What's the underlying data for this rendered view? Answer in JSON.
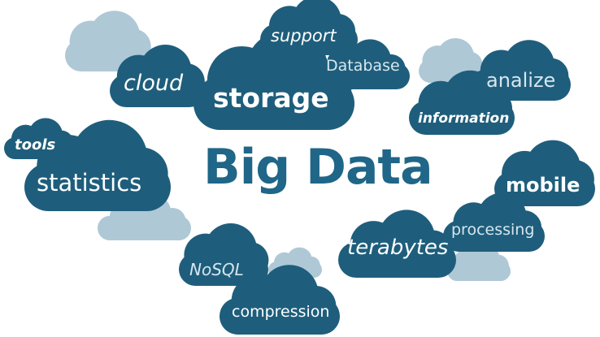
{
  "colors": {
    "dark": "#1e5e7c",
    "light": "#afc8d6",
    "title": "#1f6688"
  },
  "title": "Big Data",
  "keywords": {
    "support": "support",
    "database": "Database",
    "cloud": "cloud",
    "storage": "storage",
    "analize": "analize",
    "information": "information",
    "tools": "tools",
    "statistics": "statistics",
    "mobile": "mobile",
    "processing": "processing",
    "terabytes": "terabytes",
    "nosql": "NoSQL",
    "compression": "compression"
  }
}
